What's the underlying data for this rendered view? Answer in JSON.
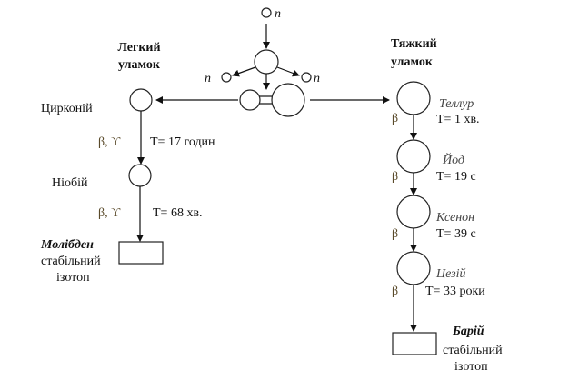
{
  "neutron_label": "n",
  "light_fragment": {
    "title_line1": "Легкий",
    "title_line2": "уламок",
    "chain": [
      {
        "element": "Цирконій",
        "decay": "β, ϒ",
        "half_life": "T= 17 годин"
      },
      {
        "element": "Ніобій",
        "decay": "β, ϒ",
        "half_life": "T= 68 хв."
      }
    ],
    "final": {
      "element": "Молібден",
      "line1": "стабільний",
      "line2": "ізотоп"
    }
  },
  "heavy_fragment": {
    "title_line1": "Тяжкий",
    "title_line2": "уламок",
    "chain": [
      {
        "element": "Теллур",
        "decay": "β",
        "half_life": "T= 1 хв."
      },
      {
        "element": "Йод",
        "decay": "β",
        "half_life": "T= 19 с"
      },
      {
        "element": "Ксенон",
        "decay": "β",
        "half_life": "T= 39 с"
      },
      {
        "element": "Цезій",
        "decay": "β",
        "half_life": "T= 33 роки"
      }
    ],
    "final": {
      "element": "Барій",
      "line1": "стабільний",
      "line2": "ізотоп"
    }
  }
}
